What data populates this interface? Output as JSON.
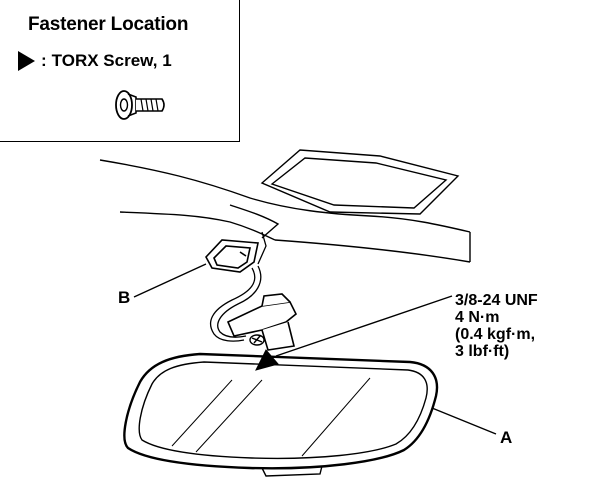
{
  "legend": {
    "title": "Fastener Location",
    "screw_label": "TORX Screw, 1",
    "icon": "triangle-marker-icon",
    "screw_icon": "torx-screw-icon"
  },
  "callouts": {
    "b": "B",
    "a": "A"
  },
  "torque_spec": {
    "line1": "3/8-24 UNF",
    "line2": "4 N·m",
    "line3": "(0.4 kgf·m,",
    "line4": "3 lbf·ft)"
  }
}
